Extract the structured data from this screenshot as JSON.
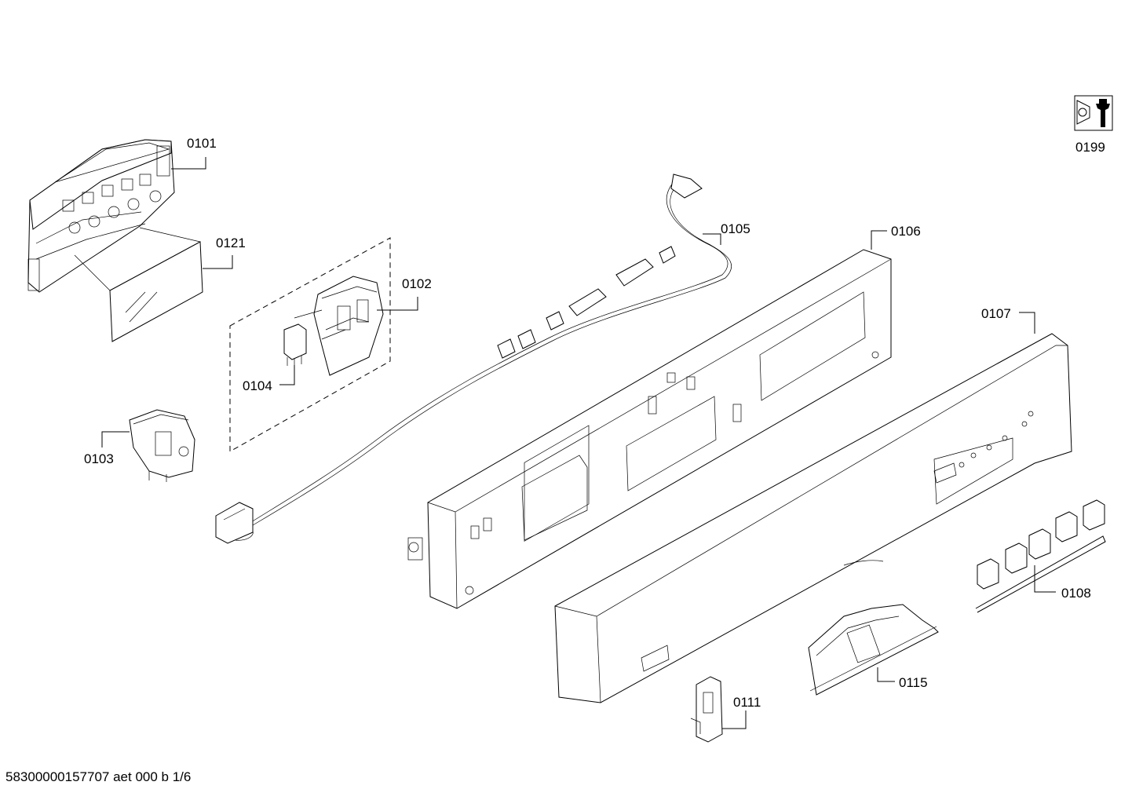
{
  "callouts": {
    "p0101": "0101",
    "p0102": "0102",
    "p0103": "0103",
    "p0104": "0104",
    "p0105": "0105",
    "p0106": "0106",
    "p0107": "0107",
    "p0108": "0108",
    "p0111": "0111",
    "p0115": "0115",
    "p0121": "0121",
    "p0199": "0199"
  },
  "footer": {
    "document_ref": "58300000157707 aet 000 b 1/6"
  },
  "icons": {
    "tool_symbol": "wrench-nut-icon"
  }
}
